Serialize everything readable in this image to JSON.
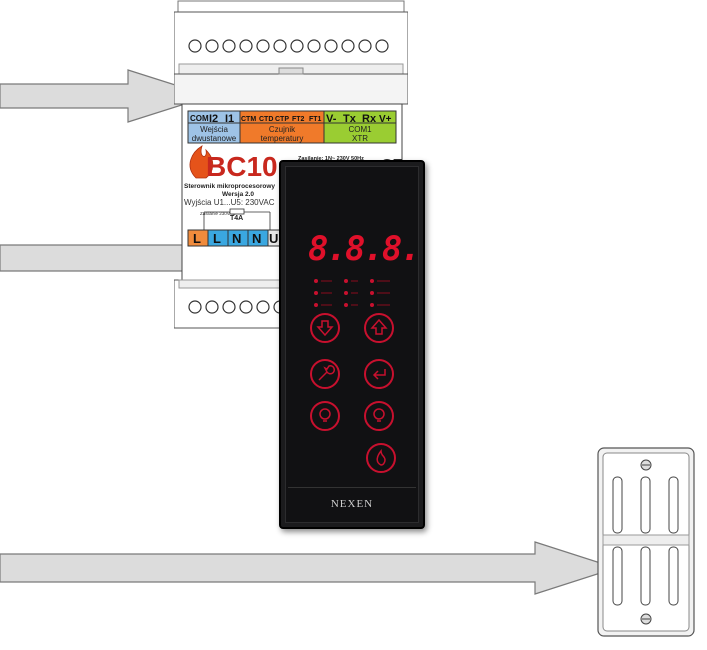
{
  "module": {
    "terminals_top": [
      "COM",
      "I2",
      "I1",
      "CTM",
      "CTD",
      "CTP",
      "FT2",
      "FT1",
      "V-",
      "Tx",
      "Rx",
      "V+"
    ],
    "group_inputs": [
      "Wejścia",
      "dwustanowe"
    ],
    "group_sensor": [
      "Czujnik",
      "temperatury"
    ],
    "group_com": [
      "COM1",
      "XTR"
    ],
    "logo": "BC10",
    "subtitle_1": "Sterownik mikroprocesorowy",
    "subtitle_2": "Wersja 2.0",
    "outputs": "Wyjścia U1...U5: 230VAC",
    "supply": "Zasilanie: 1N~ 230V  50Hz",
    "fuse_supply": "Zasilanie 230VAC",
    "fuse": "T4A",
    "terminals_bottom": [
      "L",
      "L",
      "N",
      "N",
      "U1"
    ],
    "ce_mark": "CE"
  },
  "panel": {
    "display": "8.8.8.",
    "brand": "NEXEN"
  },
  "colors": {
    "arrow_fill": "#dcdcdc",
    "panel_red": "#c8102e",
    "label_orange": "#f07a2a",
    "label_green": "#9acd32",
    "label_blue": "#9ec3e6",
    "term_blue": "#3aa7e0"
  }
}
